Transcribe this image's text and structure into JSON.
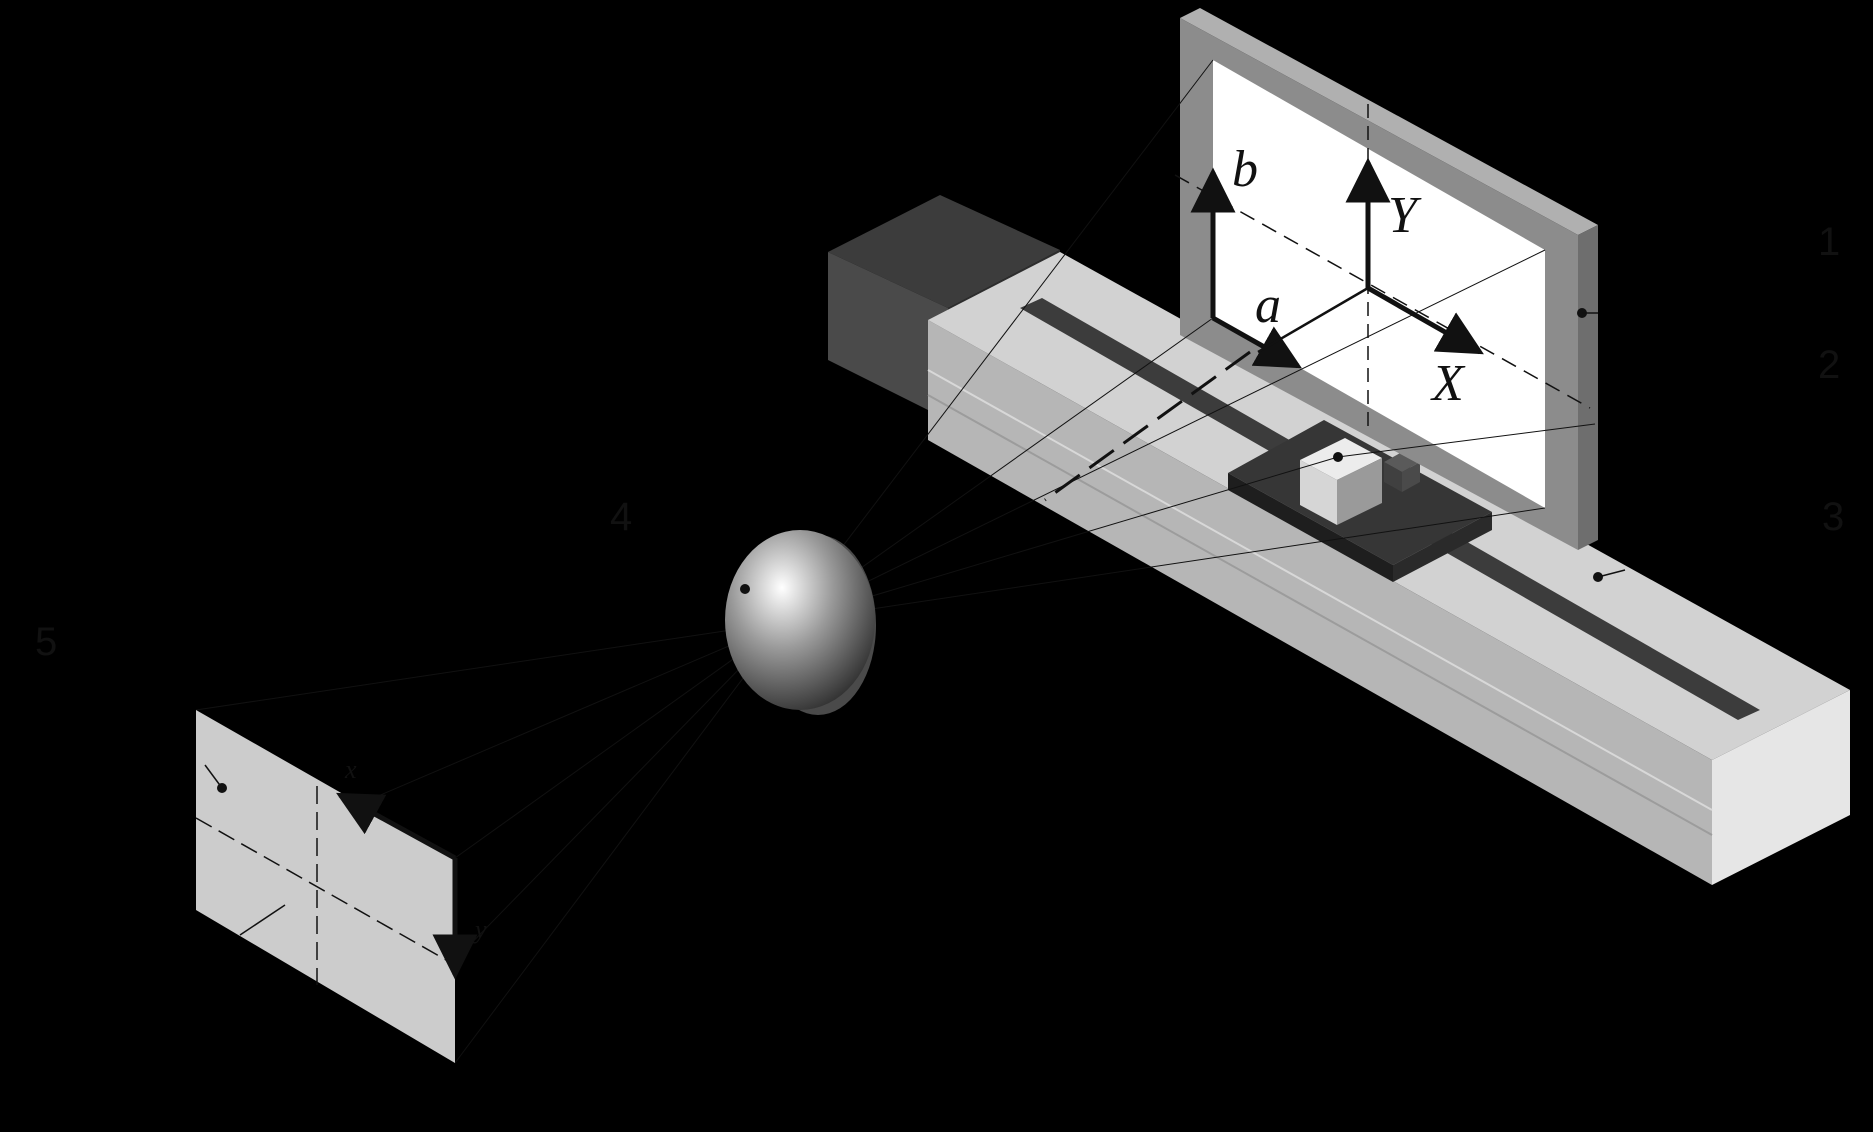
{
  "figure": {
    "axis_x": "X",
    "axis_y": "Y",
    "label_a": "a",
    "label_b": "b",
    "label_x_small": "x",
    "label_y_small": "y",
    "callouts": [
      "1",
      "2",
      "3",
      "4",
      "5"
    ]
  },
  "colors": {
    "background": "#000000",
    "screen_frame": "#8c8c8c",
    "screen_frame_side": "#6e6e6e",
    "screen_face": "#ffffff",
    "rail_top": "#d0d0d0",
    "rail_front": "#b4b4b4",
    "rail_end": "#e4e4e4",
    "slot": "#3c3c3c",
    "motor_box": "#484848",
    "carriage": "#3a3a3a",
    "sensor": "#cfcfcf",
    "lens": "#9a9a9a",
    "image_plane": "#cccccc"
  }
}
